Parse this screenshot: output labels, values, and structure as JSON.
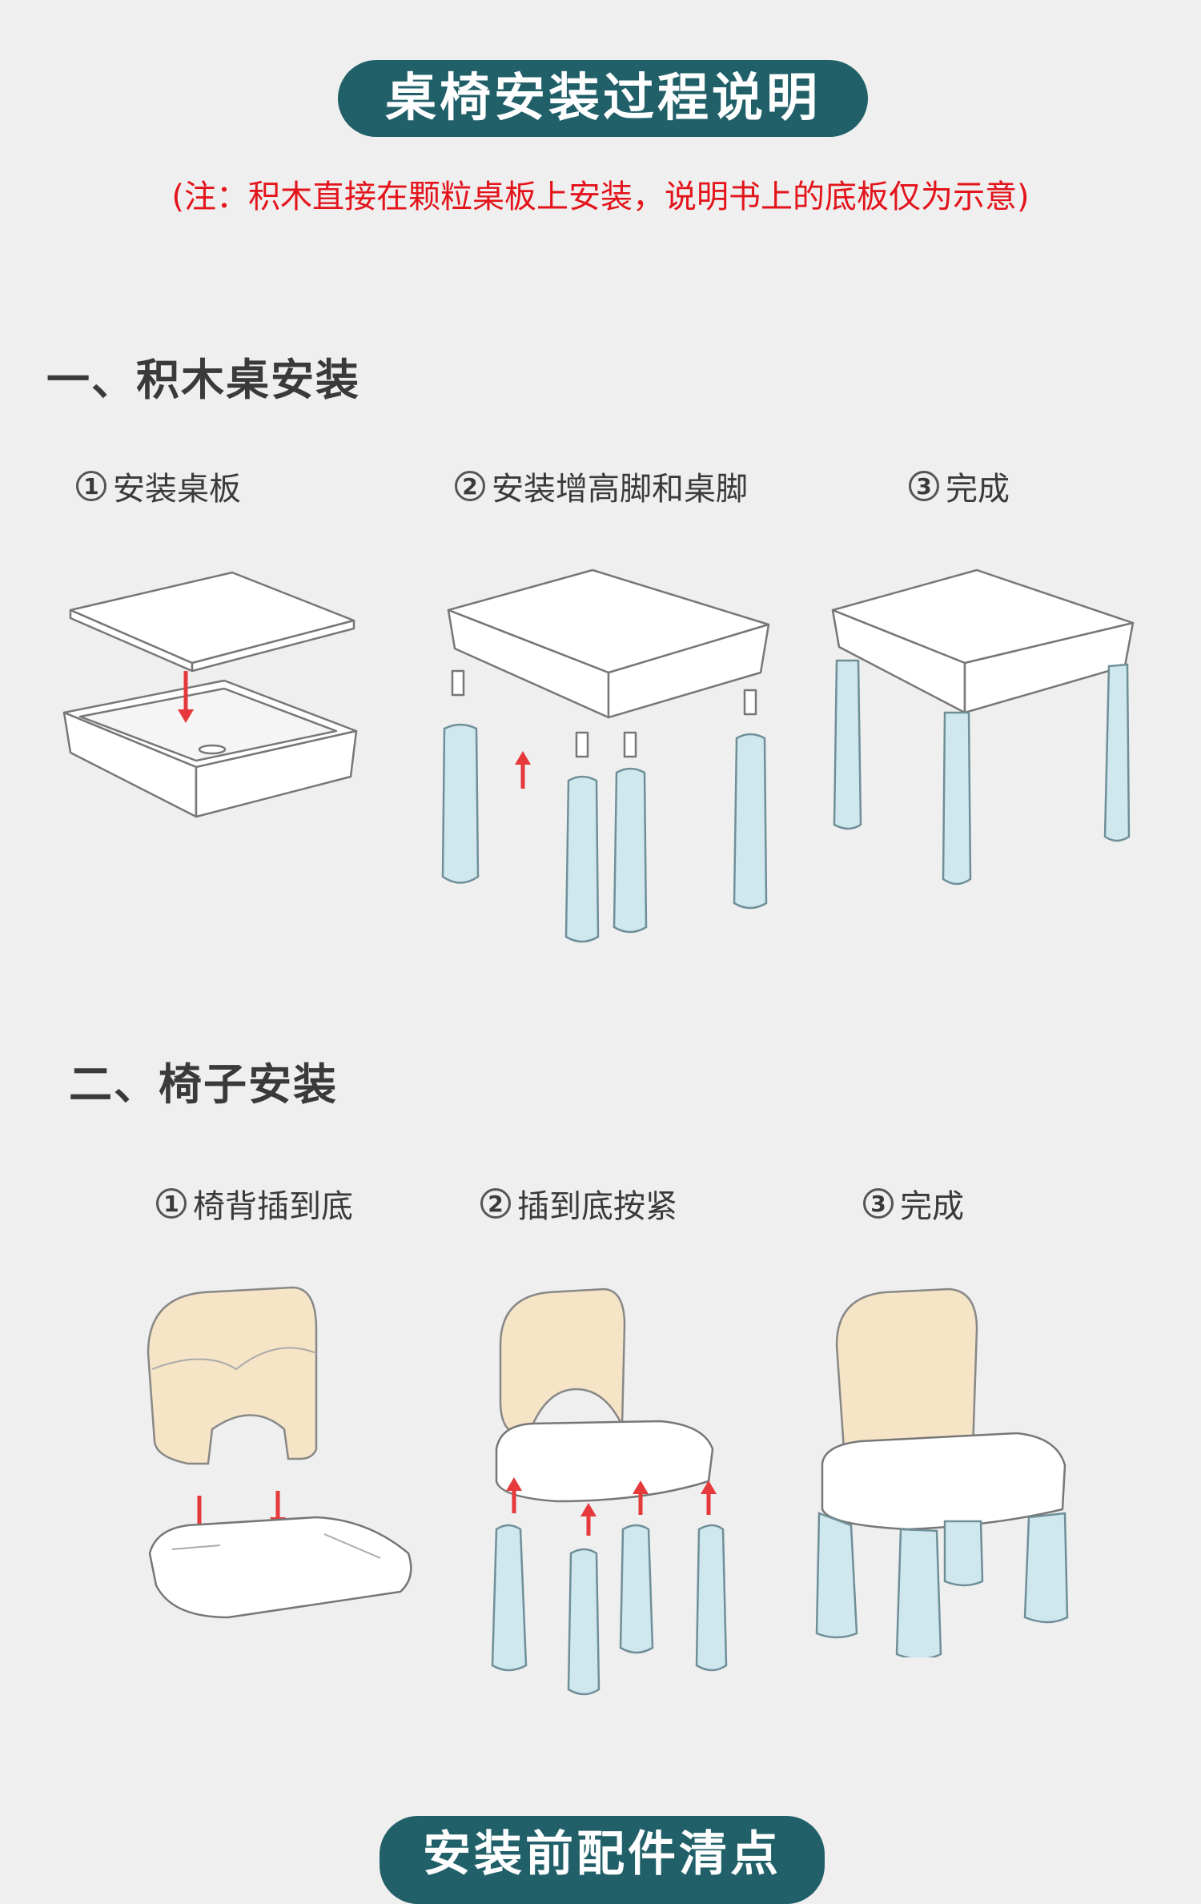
{
  "header": {
    "title": "桌椅安装过程说明"
  },
  "note": "(注：积木直接在颗粒桌板上安装，说明书上的底板仅为示意)",
  "table_section": {
    "title": "一、积木桌安装",
    "steps": [
      {
        "num": "1",
        "label": "安装桌板"
      },
      {
        "num": "2",
        "label": "安装增高脚和桌脚"
      },
      {
        "num": "3",
        "label": "完成"
      }
    ]
  },
  "chair_section": {
    "title": "二、椅子安装",
    "steps": [
      {
        "num": "1",
        "label": "椅背插到底"
      },
      {
        "num": "2",
        "label": "插到底按紧"
      },
      {
        "num": "3",
        "label": "完成"
      }
    ]
  },
  "footer": {
    "title": "安装前配件清点"
  },
  "colors": {
    "accent": "#216069",
    "note_red": "#e3141b",
    "arrow_red": "#e5393c",
    "leg_blue": "#cfe8ee",
    "back_beige": "#f6e4c6"
  }
}
